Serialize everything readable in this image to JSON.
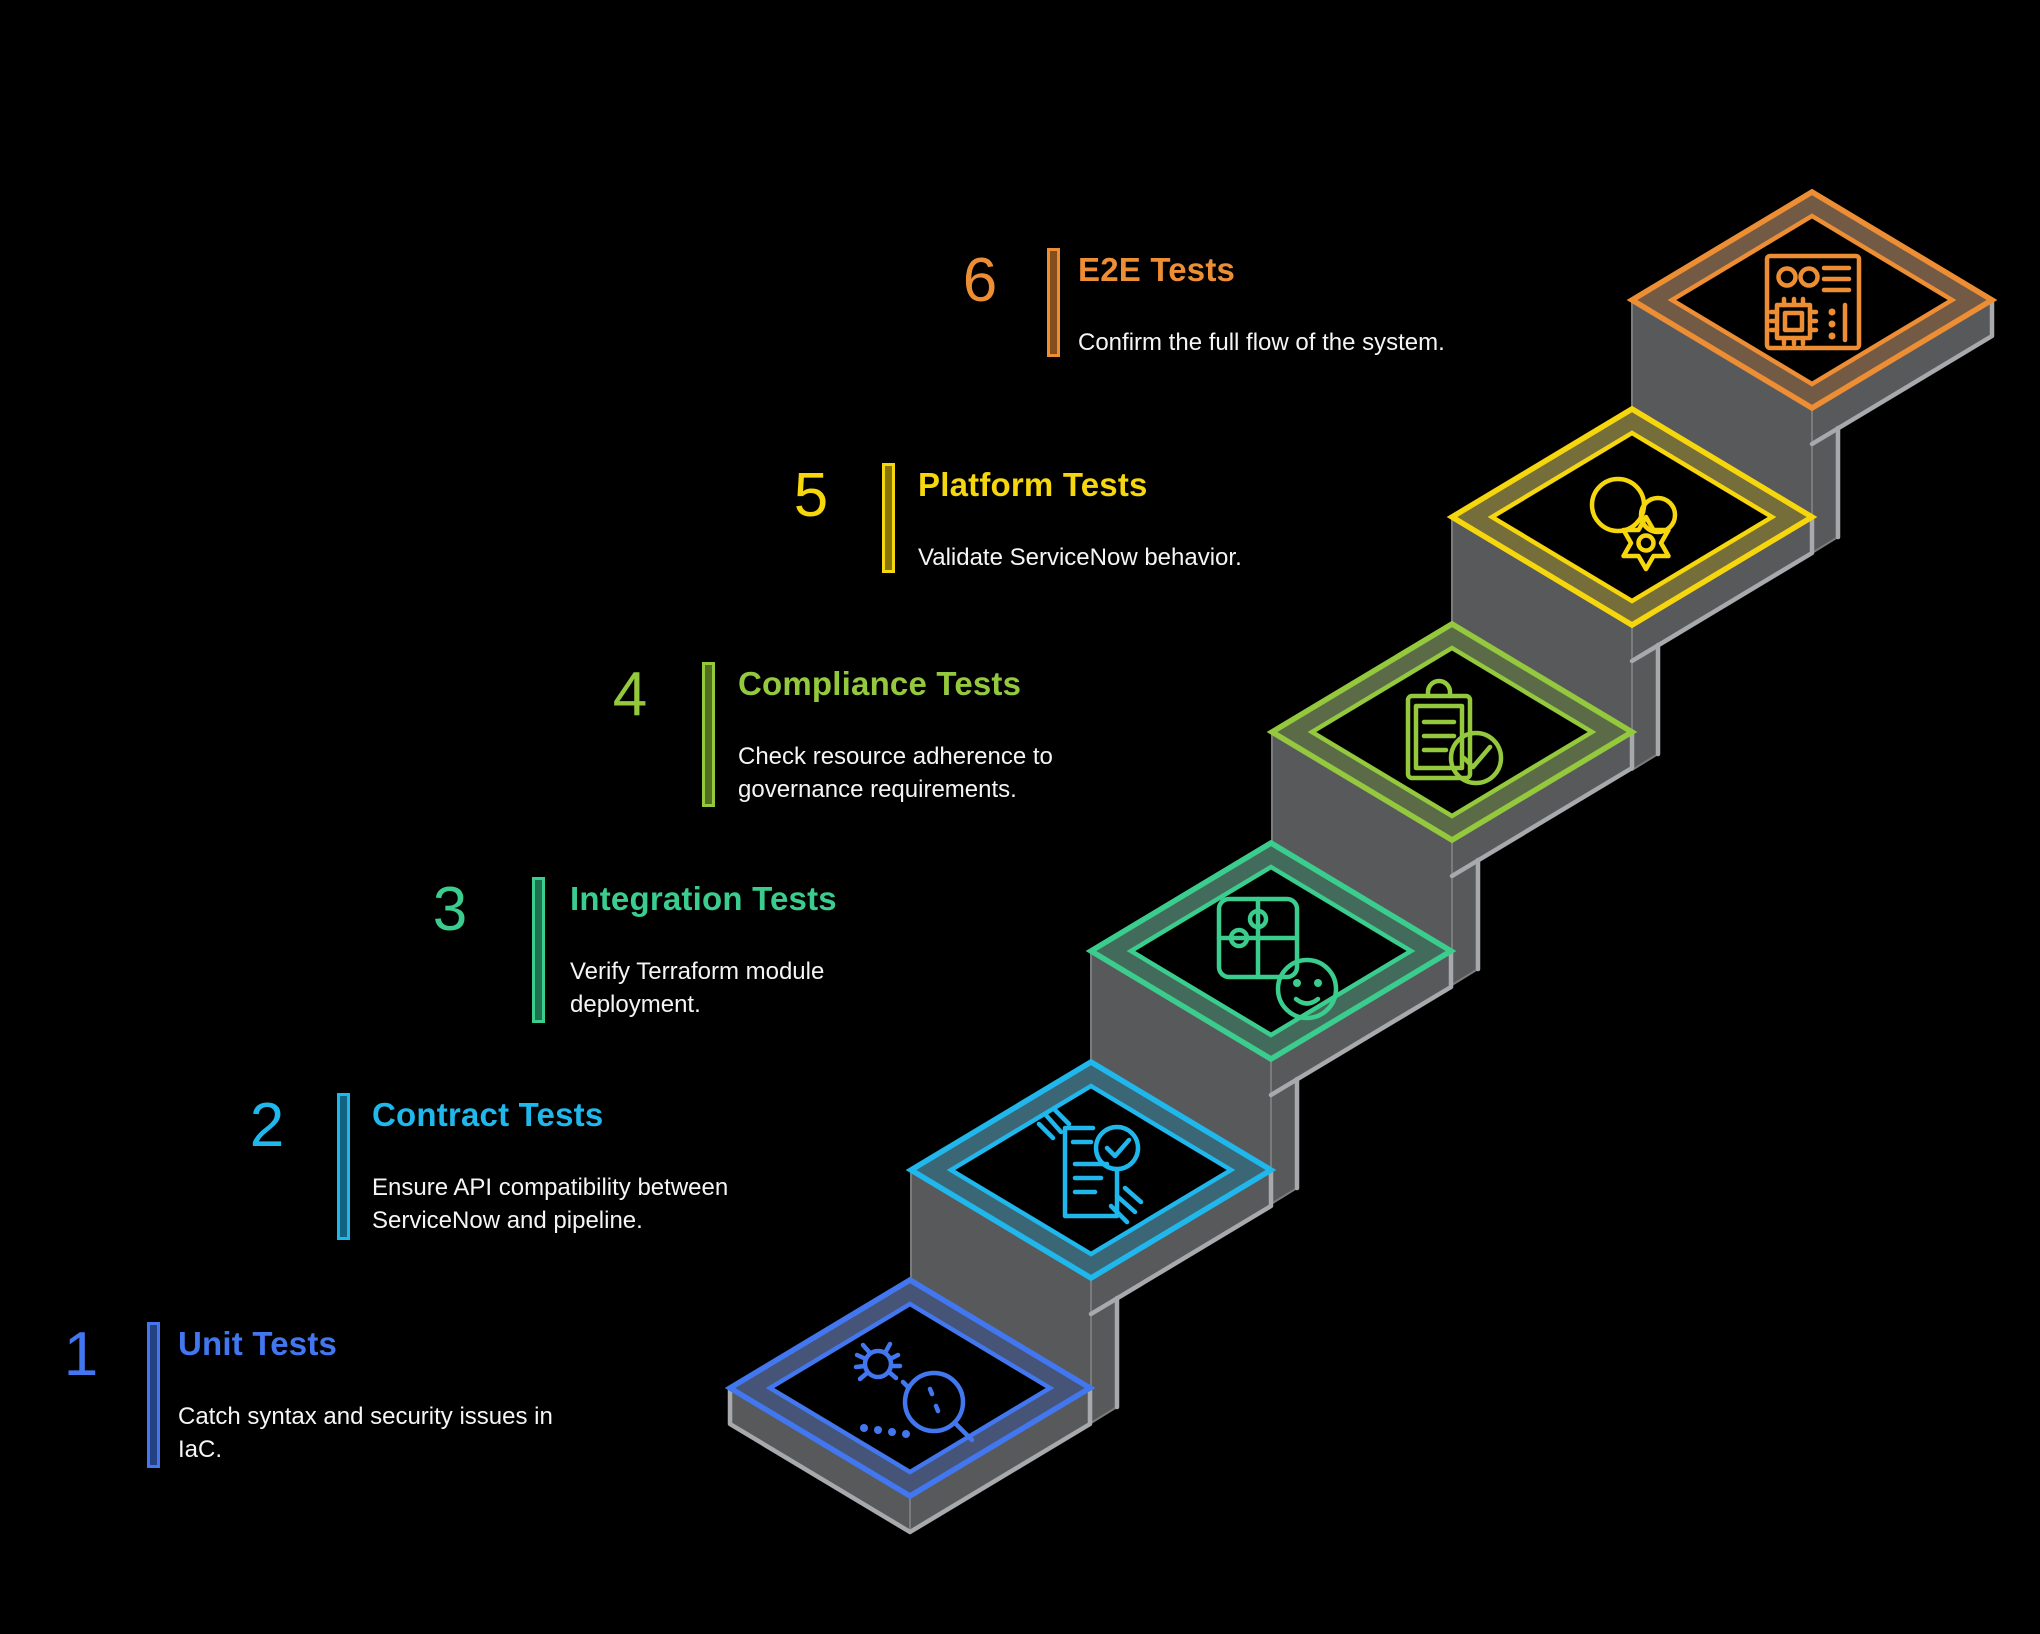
{
  "steps": [
    {
      "number": "1",
      "title": "Unit Tests",
      "description": "Catch syntax and security issues in IaC.",
      "color": "#4277F0",
      "icon": "bug-magnifier-icon"
    },
    {
      "number": "2",
      "title": "Contract Tests",
      "description": "Ensure API compatibility between ServiceNow and pipeline.",
      "color": "#1FB7EC",
      "icon": "contract-hands-check-icon"
    },
    {
      "number": "3",
      "title": "Integration Tests",
      "description": "Verify Terraform module deployment.",
      "color": "#3ACD8E",
      "icon": "puzzle-smiley-icon"
    },
    {
      "number": "4",
      "title": "Compliance Tests",
      "description": "Check resource adherence to governance requirements.",
      "color": "#95C93D",
      "icon": "clipboard-check-icon"
    },
    {
      "number": "5",
      "title": "Platform Tests",
      "description": "Validate ServiceNow behavior.",
      "color": "#F6D60D",
      "icon": "cloud-gear-icon"
    },
    {
      "number": "6",
      "title": "E2E Tests",
      "description": "Confirm the full flow of the system.",
      "color": "#EE8E34",
      "icon": "motherboard-icon"
    }
  ],
  "palette": {
    "background": "#000000",
    "block_face": "#58595B",
    "block_edge_light": "#A7A9AC",
    "description_text": "#F5F5F5"
  }
}
